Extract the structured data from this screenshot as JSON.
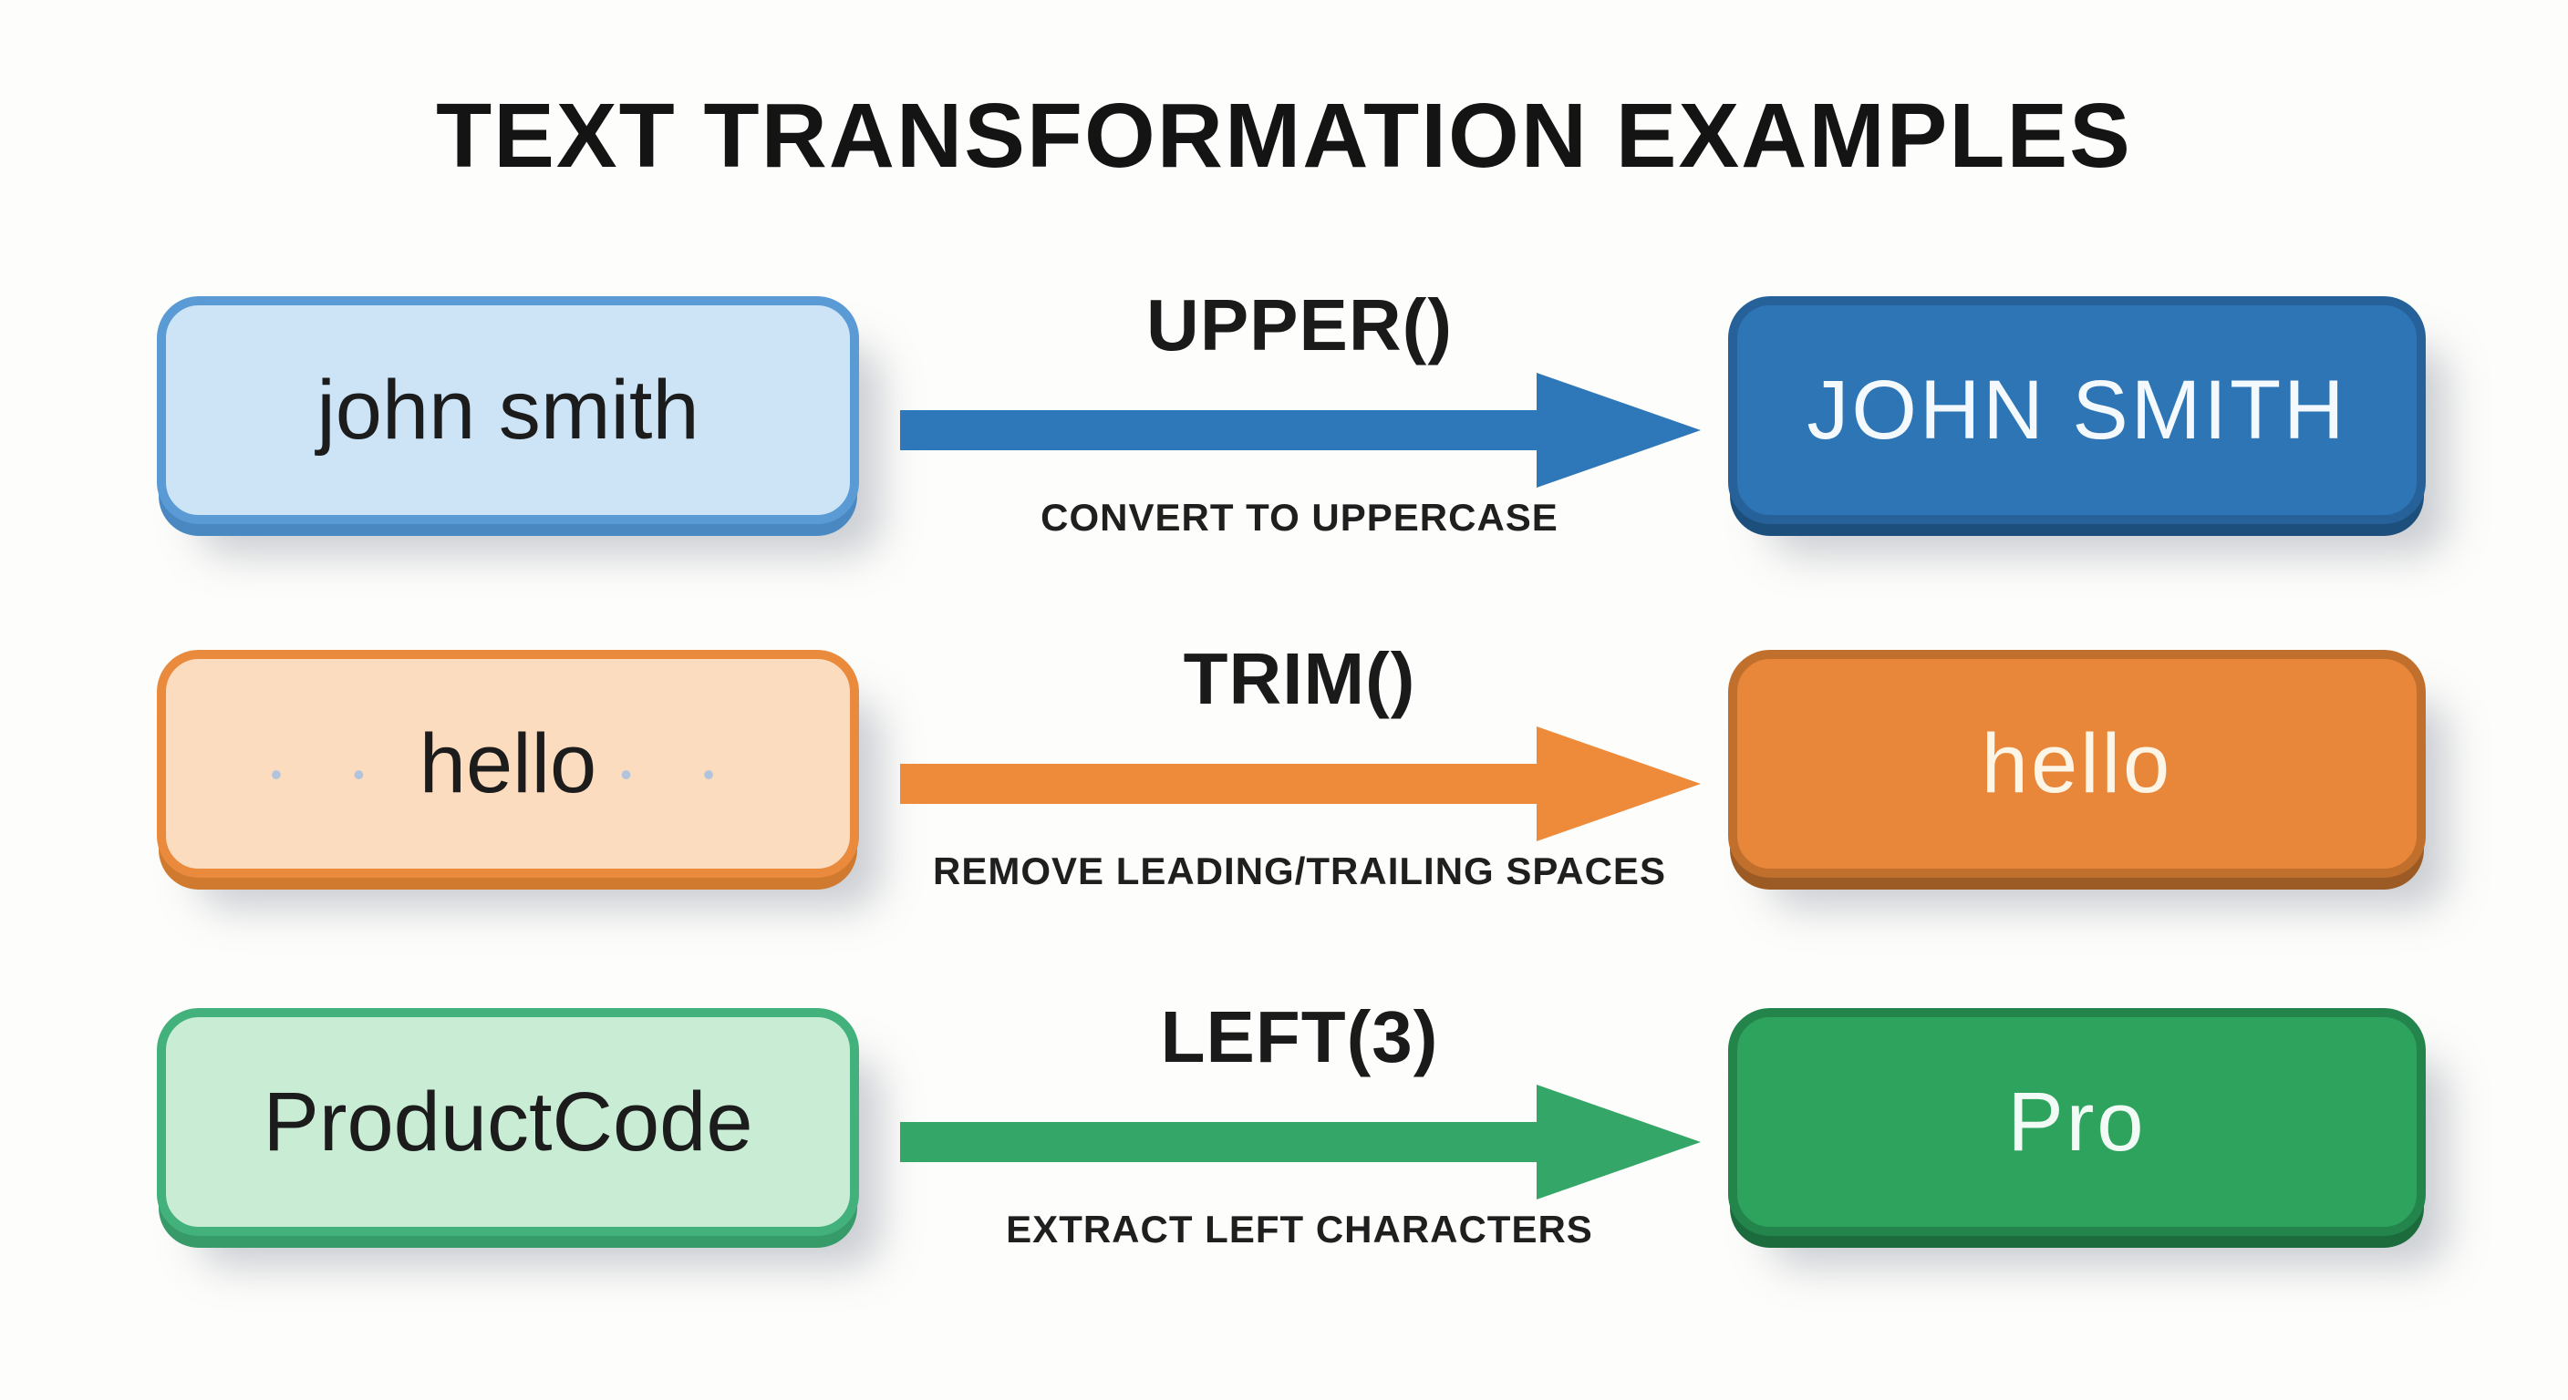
{
  "title": "TEXT TRANSFORMATION EXAMPLES",
  "rows": [
    {
      "name": "uppercase",
      "input_prefix": "",
      "input_text": "john smith",
      "input_suffix": "",
      "function_label": "UPPER()",
      "description": "CONVERT TO UPPERCASE",
      "output_text": "JOHN SMITH",
      "colors": {
        "input_fill": "#cde4f7",
        "input_border": "#5b9bd5",
        "input_edge": "#4a88c2",
        "arrow": "#2e77b8",
        "output_fill": "#2e75b6",
        "output_border": "#266299",
        "output_edge": "#1c4f7c",
        "output_text": "#f4f9fd"
      }
    },
    {
      "name": "trim",
      "input_prefix": "• •",
      "input_text": "hello",
      "input_suffix": "• •",
      "function_label": "TRIM()",
      "description": "REMOVE LEADING/TRAILING SPACES",
      "output_text": "hello",
      "colors": {
        "input_fill": "#fbdcbf",
        "input_border": "#e98a3d",
        "input_edge": "#cf7a2e",
        "arrow": "#ee8b3b",
        "output_fill": "#e8873a",
        "output_border": "#c06f2d",
        "output_edge": "#9c5a24",
        "output_text": "#fdf5e6"
      }
    },
    {
      "name": "left",
      "input_prefix": "",
      "input_text": "ProductCode",
      "input_suffix": "",
      "function_label": "LEFT(3)",
      "description": "EXTRACT LEFT CHARACTERS",
      "output_text": "Pro",
      "colors": {
        "input_fill": "#c9ecd4",
        "input_border": "#43b17b",
        "input_edge": "#379a69",
        "arrow": "#34a768",
        "output_fill": "#2da35d",
        "output_border": "#23854b",
        "output_edge": "#1b6b3c",
        "output_text": "#f2faf5"
      }
    }
  ]
}
